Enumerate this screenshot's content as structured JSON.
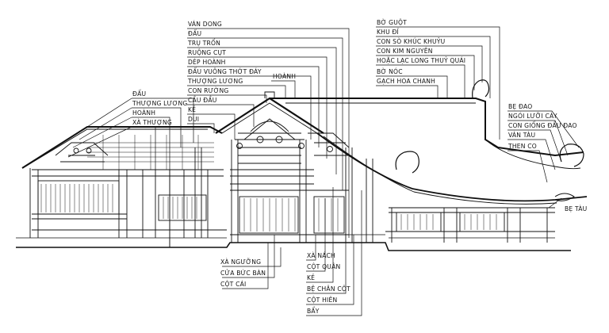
{
  "diagram": {
    "labels": {
      "van_dong": "VÁN DONG",
      "dau_top": "ĐẤU",
      "tru_tron": "TRỤ TRỐN",
      "ruong_cut": "RUỘNG CỤT",
      "dep_hoanh": "DÉP HOÀNH",
      "dau_vuong_thot_day": "ĐẤU VUÔNG THỚT ĐÁY",
      "thuong_luong_center": "THƯỢNG LƯƠNG",
      "con_ruong": "CON RƯỜNG",
      "cau_dau": "CẦU ĐẦU",
      "ke_top": "KẺ",
      "dui": "DUI",
      "hoanh_center": "HOÀNH",
      "dau_left": "ĐẤU",
      "thuong_luong_left": "THƯỢNG LƯƠNG",
      "hoanh_left": "HOÀNH",
      "xa_thuong": "XÀ THƯỢNG",
      "bo_guot": "BỜ GUỘT",
      "khu_di": "KHU ĐỈ",
      "con_so_khuc_khuyu": "CON SÒ KHÚC KHUỶU",
      "con_kim_nguyen": "CON KIM NGUYÊN",
      "hoac_lac_long": "HOẶC LẠC LONG THUỶ QUÁI",
      "bo_noc": "BỜ NÓC",
      "gach_hoa_chanh": "GẠCH HOA CHANH",
      "be_dao": "BẸ ĐAO",
      "ngoi_luoi_cay": "NGÓI LƯỠI CÀY",
      "con_giong_dau_dao": "CON GIỐNG ĐẦU ĐAO",
      "van_tau": "VÁN TÀU",
      "then_co": "THEN CO",
      "be_tau": "BẸ TÀU",
      "xa_nguong": "XÀ NGƯỠNG",
      "cua_buc_ban": "CỬA BỨC BÀN",
      "cot_cai": "CỘT CÁI",
      "xa_nach": "XÀ NÁCH",
      "cot_quan": "CỘT QUÂN",
      "ke_bottom": "KẺ",
      "be_chan_cot": "BỆ CHÂN CỘT",
      "cot_hien": "CỘT HIÊN",
      "bay": "BẨY"
    }
  }
}
